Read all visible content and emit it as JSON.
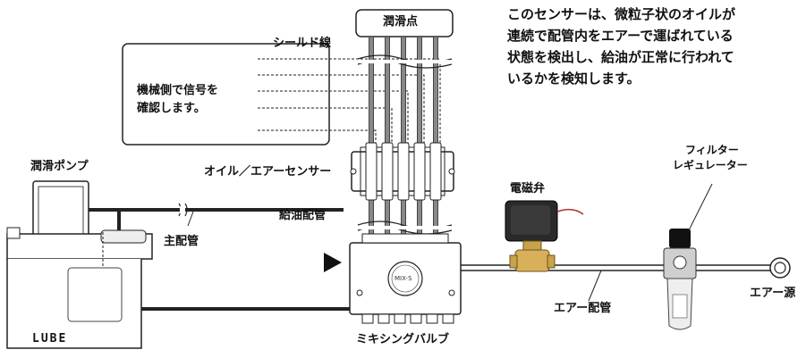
{
  "lubrication_point": "潤滑点",
  "shield_wire": "シールド線",
  "machine_box": {
    "line1": "機械側で信号を",
    "line2": "確認します。"
  },
  "description": [
    "このセンサーは、微粒子状のオイルが",
    "連続で配管内をエアーで運ばれている",
    "状態を検出し、給油が正常に行われて",
    "いるかを検知します。"
  ],
  "pump_label": "潤滑ポンプ",
  "sensor_label": "オイル／エアーセンサー",
  "oil_pipe_label": "給油配管",
  "main_pipe_label": "主配管",
  "solenoid_label": "電磁弁",
  "filter_label": {
    "line1": "フィルター",
    "line2": "レギュレーター"
  },
  "air_pipe_label": "エアー配管",
  "air_source_label": "エアー源",
  "mixing_valve_label": "ミキシングバルブ",
  "mix_model": "MIX-S",
  "pump_brand": "LUBE"
}
